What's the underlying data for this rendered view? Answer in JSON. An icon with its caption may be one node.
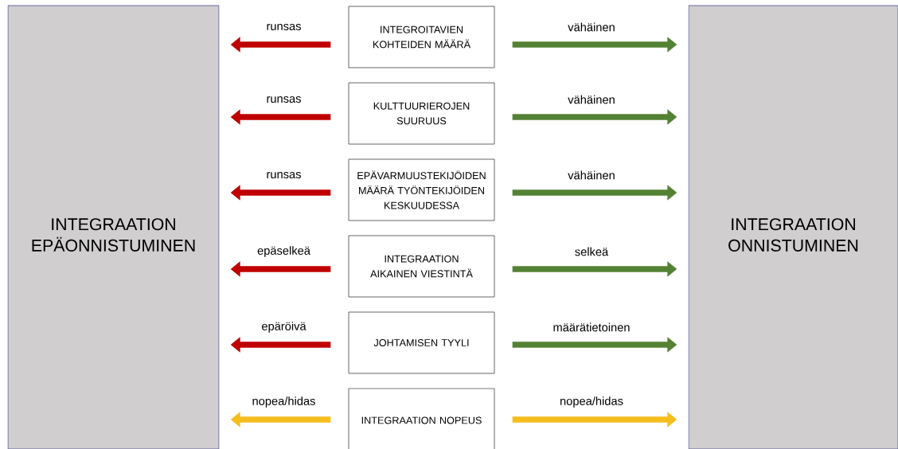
{
  "diagram": {
    "nodes": [
      {
        "text": [
          "INTEGRAATION EPÄONNISTUMINEN"
        ]
      },
      {
        "text": [
          "INTEGROITAVIEN KOHTEIDEN MÄÄRÄ"
        ]
      },
      {
        "text": [
          "KULTTUURIEROJEN SUURUUS"
        ]
      },
      {
        "text": [
          "EPÄVARMUUSTEKIJÖIDEN MÄÄRÄ TYÖNTEKIJÖIDEN KESKUUDESSA"
        ]
      },
      {
        "text": [
          "INTEGRAATION AIKAINEN VIESTINTÄ"
        ]
      },
      {
        "text": [
          "JOHTAMISEN TYYLI"
        ]
      },
      {
        "text": [
          "INTEGRAATION NOPEUS"
        ]
      },
      {
        "text": [
          "INTEGRAATION ONNISTUMINEN"
        ]
      }
    ],
    "edges": [
      {
        "from": 1,
        "to": 0,
        "arrow": "to",
        "label": "runsas",
        "color": "#c00000"
      },
      {
        "from": 1,
        "to": 7,
        "arrow": "to",
        "label": "vähäinen",
        "color": "#548235"
      },
      {
        "from": 2,
        "to": 0,
        "arrow": "to",
        "label": "runsas",
        "color": "#c00000"
      },
      {
        "from": 2,
        "to": 7,
        "arrow": "to",
        "label": "vähäinen",
        "color": "#548235"
      },
      {
        "from": 3,
        "to": 0,
        "arrow": "to",
        "label": "runsas",
        "color": "#c00000"
      },
      {
        "from": 3,
        "to": 7,
        "arrow": "to",
        "label": "vähäinen",
        "color": "#548235"
      },
      {
        "from": 4,
        "to": 0,
        "arrow": "to",
        "label": "epäselkeä",
        "color": "#c00000"
      },
      {
        "from": 4,
        "to": 7,
        "arrow": "to",
        "label": "selkeä",
        "color": "#548235"
      },
      {
        "from": 5,
        "to": 0,
        "arrow": "to",
        "label": "epäröivä",
        "color": "#c00000"
      },
      {
        "from": 5,
        "to": 7,
        "arrow": "to",
        "label": "määrätietoinen",
        "color": "#548235"
      },
      {
        "from": 6,
        "to": 0,
        "arrow": "to",
        "label": "nopea/hidas",
        "color": "#f5be1e"
      },
      {
        "from": 6,
        "to": 7,
        "arrow": "to",
        "label": "nopea/hidas",
        "color": "#f5be1e"
      }
    ]
  }
}
